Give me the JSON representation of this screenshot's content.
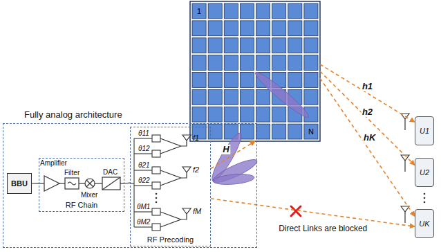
{
  "diagram": {
    "nodes": [
      {
        "text": [
          "1",
          "N"
        ]
      },
      {
        "text": [
          "Fully analog architecture"
        ]
      },
      {
        "text": [
          "BBU"
        ],
        "in": 1
      },
      {
        "text": [
          "RF Chain"
        ],
        "in": 1
      },
      {
        "text": [
          "RF Precoding"
        ],
        "in": 1
      },
      {
        "text": [
          "U1"
        ]
      },
      {
        "text": [
          "U2"
        ]
      },
      {
        "text": [
          "UK"
        ]
      }
    ],
    "edges": [
      {
        "from": 2,
        "to": 3,
        "arrow": "none"
      },
      {
        "from": 3,
        "to": 4,
        "arrow": "none"
      },
      {
        "from": 4,
        "to": 0,
        "label": "H",
        "arrow": "to"
      },
      {
        "from": 0,
        "to": 5,
        "label": "h1",
        "arrow": "to"
      },
      {
        "from": 0,
        "to": 6,
        "label": "h2",
        "arrow": "to"
      },
      {
        "from": 0,
        "to": 7,
        "label": "hK",
        "arrow": "to"
      },
      {
        "from": 4,
        "to": 7,
        "label": "Direct Links are blocked",
        "arrow": "to"
      }
    ],
    "labels": [
      "Amplifier",
      "Filter",
      "Mixer",
      "DAC",
      "θ11",
      "θ12",
      "θ21",
      "θ22",
      "θM1",
      "θM2",
      "f1",
      "f2",
      "fM"
    ]
  }
}
